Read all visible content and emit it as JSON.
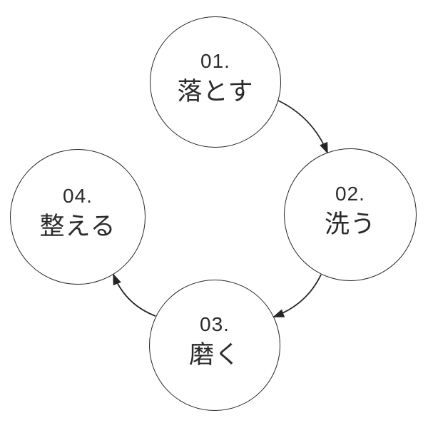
{
  "diagram": {
    "type": "cycle-flow",
    "background_color": "#ffffff",
    "line_color": "#262626",
    "text_color": "#2b2b2b",
    "steps": [
      {
        "number": "01.",
        "label": "落とす",
        "position": "top"
      },
      {
        "number": "02.",
        "label": "洗う",
        "position": "right"
      },
      {
        "number": "03.",
        "label": "磨く",
        "position": "bottom"
      },
      {
        "number": "04.",
        "label": "整える",
        "position": "left"
      }
    ],
    "arrows": [
      {
        "from": "01",
        "to": "02",
        "style": "curved",
        "head": "solid-triangle"
      },
      {
        "from": "02",
        "to": "03",
        "style": "curved",
        "head": "solid-triangle"
      },
      {
        "from": "03",
        "to": "04",
        "style": "curved",
        "head": "solid-triangle"
      }
    ]
  }
}
